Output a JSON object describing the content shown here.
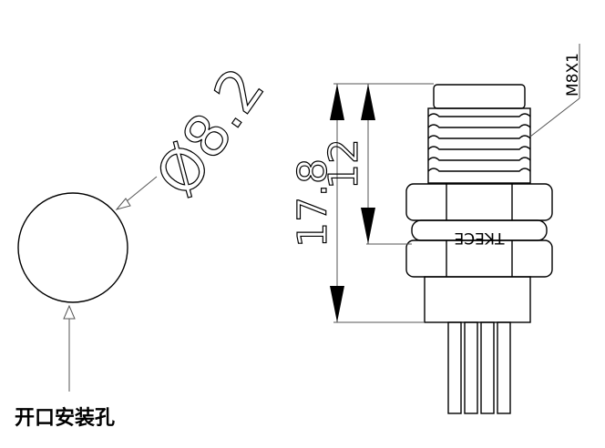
{
  "hole": {
    "diameter_label": "Ø8.2",
    "caption": "开口安装孔"
  },
  "connector": {
    "thread_label": "M8X1",
    "brand_label": "TKECE",
    "dim_total": "17.8",
    "dim_thread": "12"
  }
}
